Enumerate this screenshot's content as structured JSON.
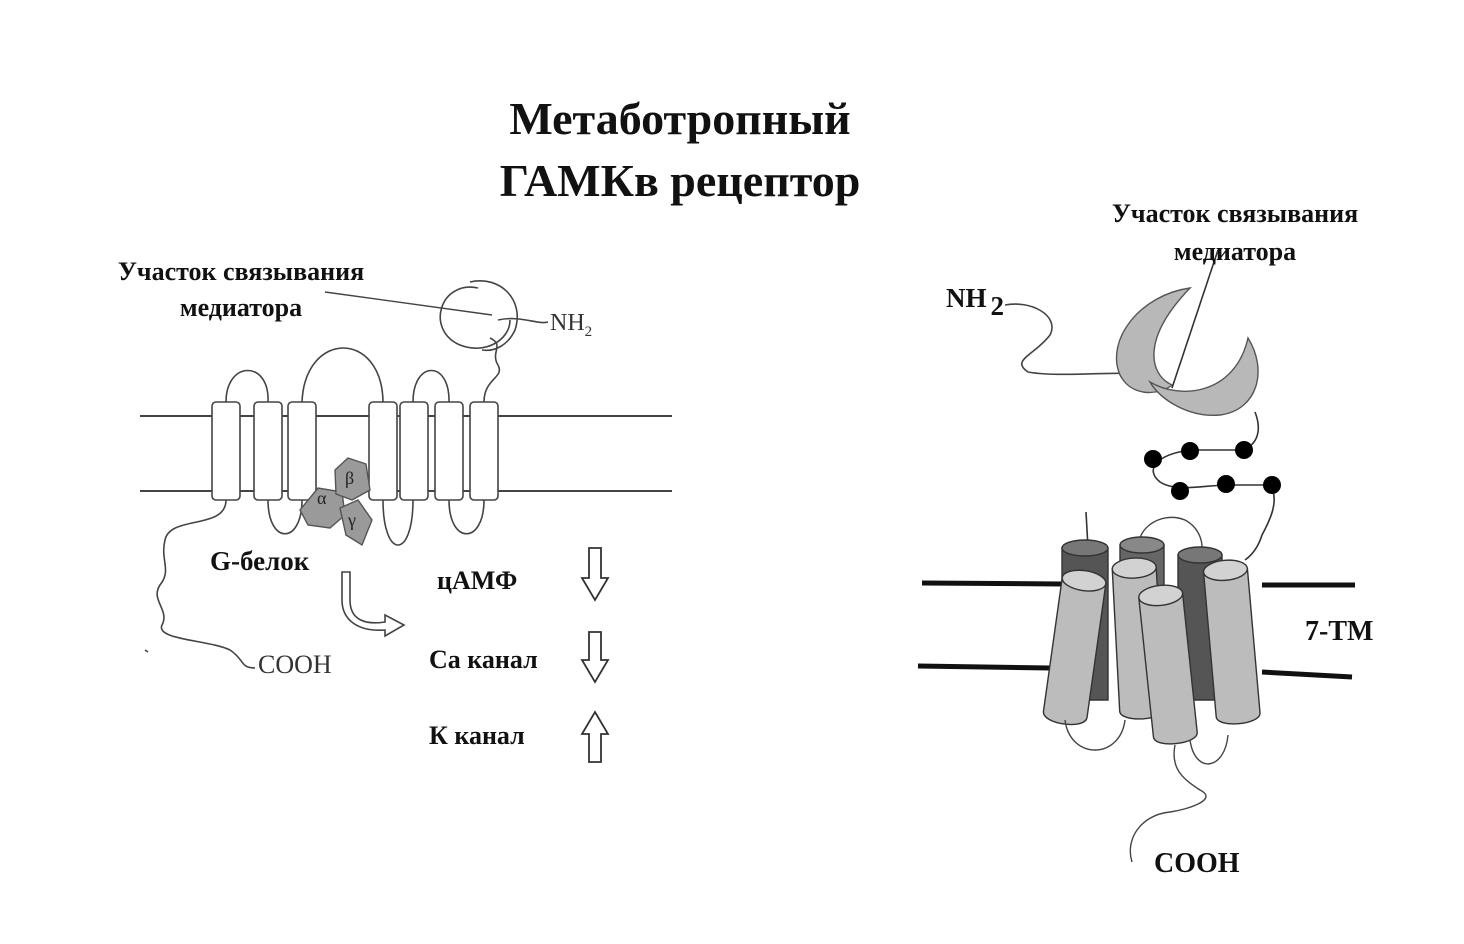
{
  "title": {
    "line1": "Метаботропный",
    "line2": "ГАМКв рецептор"
  },
  "left_diagram": {
    "binding_site_label": {
      "line1": "Участок связывания",
      "line2": "медиатора"
    },
    "nh2_label": "NH",
    "nh2_subscript": "2",
    "cooh_label": "COOH",
    "g_protein_label": "G-белок",
    "subunit_alpha": "α",
    "subunit_beta": "β",
    "subunit_gamma": "γ",
    "effects": [
      {
        "label": "цАМФ",
        "direction": "down"
      },
      {
        "label": "Ca канал",
        "direction": "down"
      },
      {
        "label": "К канал",
        "direction": "up"
      }
    ]
  },
  "right_diagram": {
    "binding_site_label": {
      "line1": "Участок связывания",
      "line2": "медиатора"
    },
    "nh2_label": "NH",
    "nh2_subscript": "2",
    "tm_label": "7-TM",
    "cooh_label": "COOH"
  }
}
